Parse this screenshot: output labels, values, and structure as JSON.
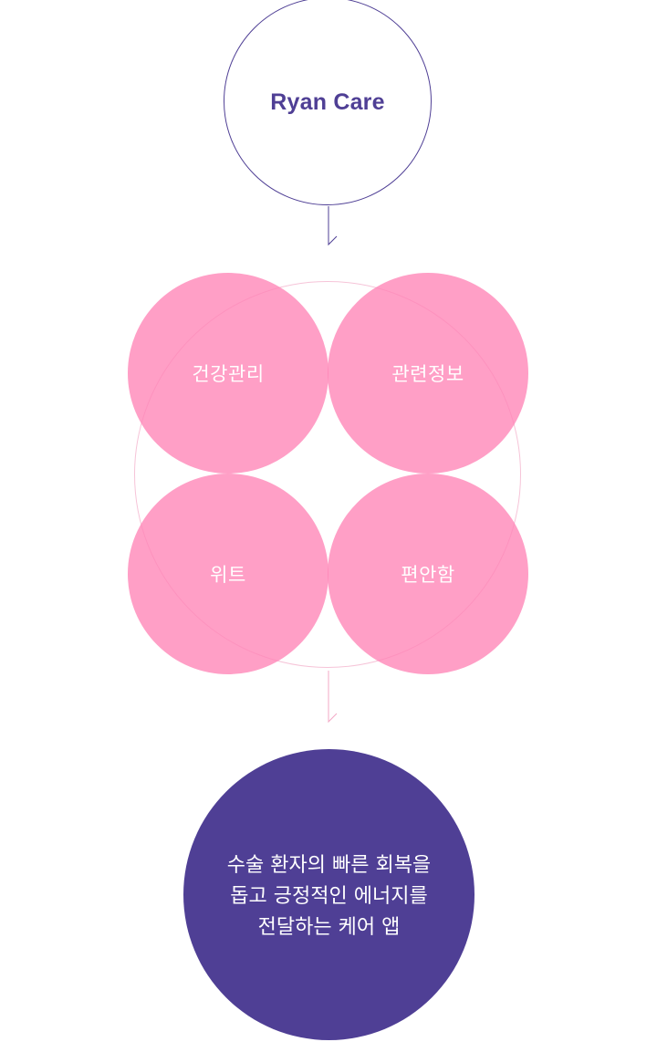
{
  "brand": {
    "title": "Ryan Care"
  },
  "values": {
    "items": [
      "건강관리",
      "관련정보",
      "위트",
      "편안함"
    ]
  },
  "mission": {
    "lines": [
      "수술 환자의 빠른 회복을",
      "돕고 긍정적인 에너지를",
      "전달하는 케어 앱"
    ]
  },
  "colors": {
    "brand_purple": "#4f3f95",
    "value_pink": "#ff84b6",
    "ring_pink": "#f6c4d8",
    "connector_purple": "#4f3f95",
    "connector_pink": "#f3a9c6"
  }
}
